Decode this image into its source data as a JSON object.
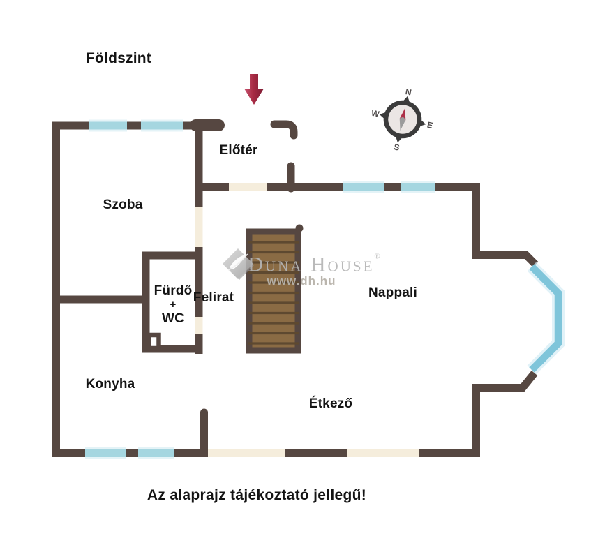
{
  "page": {
    "title": "Földszint",
    "disclaimer": "Az alaprajz tájékoztató jellegű!"
  },
  "rooms": {
    "eloter": {
      "label": "Előtér"
    },
    "szoba": {
      "label": "Szoba"
    },
    "furdo": {
      "line1": "Fürdő",
      "line2": "+",
      "line3": "WC"
    },
    "felirat": {
      "label": "Felirat"
    },
    "nappali": {
      "label": "Nappali"
    },
    "konyha": {
      "label": "Konyha"
    },
    "etkezo": {
      "label": "Étkező"
    }
  },
  "watermark": {
    "brand": "Duna House",
    "registered": "®",
    "url": "www.dh.hu"
  },
  "compass": {
    "north": "N",
    "east": "E",
    "south": "S",
    "west": "W"
  },
  "icons": [
    "compass-rose-icon",
    "entrance-arrow-icon",
    "duna-house-logo-icon",
    "staircase"
  ],
  "colors": {
    "wall": "#564741",
    "window": "#a5d6e0",
    "window_glow": "#dcf0f5",
    "bay_window": "#7fc5da",
    "door_opening": "#f5eddc",
    "stairs_fill": "#8a6b44",
    "stairs_tread_line": "#5e4930",
    "entrance_arrow": "#a82b44",
    "watermark_gray": "#b5b5b5",
    "label_text": "#141414",
    "background": "#ffffff"
  }
}
